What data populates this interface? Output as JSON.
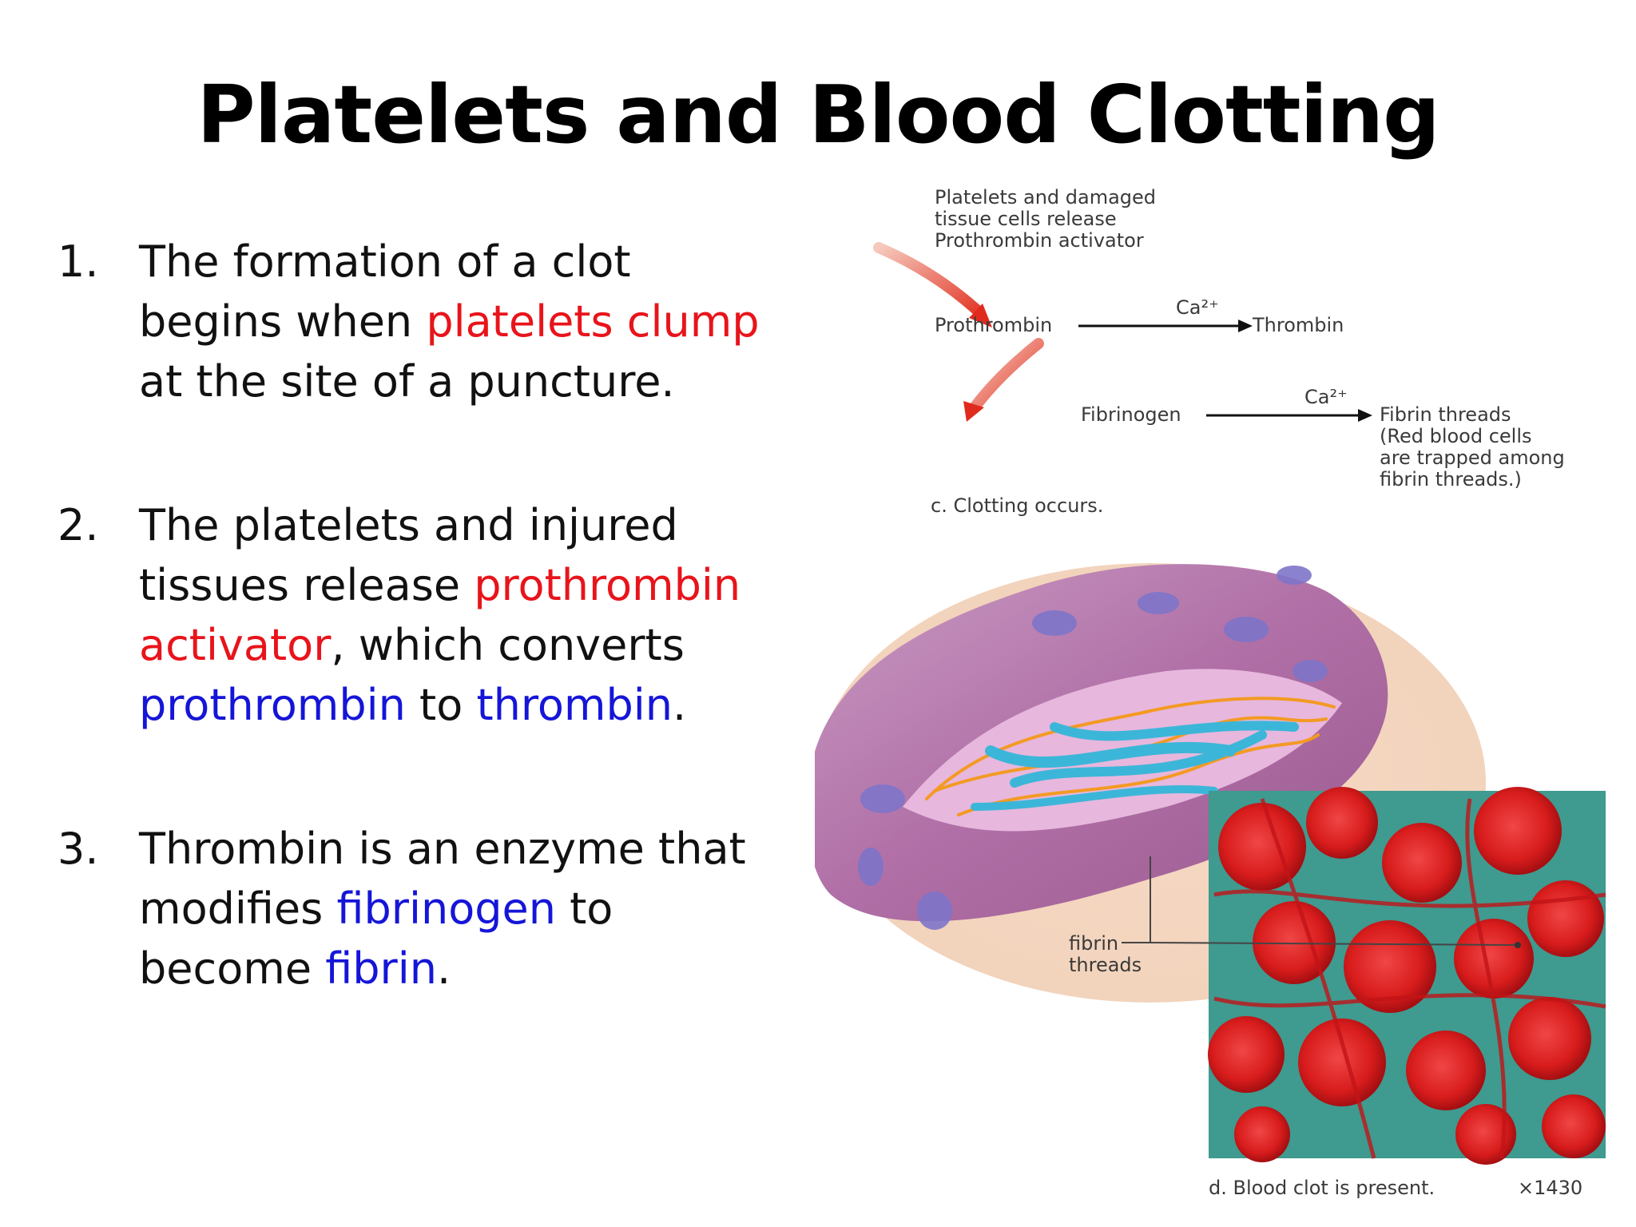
{
  "title": "Platelets and Blood Clotting",
  "bullets": [
    {
      "num": "1.",
      "parts": [
        {
          "text": "The formation of a clot begins when ",
          "color": "black"
        },
        {
          "text": "platelets clump",
          "color": "red"
        },
        {
          "text": " at the site of a puncture.",
          "color": "black"
        }
      ]
    },
    {
      "num": "2.",
      "parts": [
        {
          "text": "The platelets and injured tissues release ",
          "color": "black"
        },
        {
          "text": "prothrombin activator",
          "color": "red"
        },
        {
          "text": ", which converts ",
          "color": "black"
        },
        {
          "text": "prothrombin",
          "color": "blue"
        },
        {
          "text": " to ",
          "color": "black"
        },
        {
          "text": "thrombin",
          "color": "blue"
        },
        {
          "text": ".",
          "color": "black"
        }
      ]
    },
    {
      "num": "3.",
      "parts": [
        {
          "text": "Thrombin is an enzyme that modifies ",
          "color": "black"
        },
        {
          "text": "fibrinogen",
          "color": "blue"
        },
        {
          "text": " to become ",
          "color": "black"
        },
        {
          "text": "fibrin",
          "color": "blue"
        },
        {
          "text": ".",
          "color": "black"
        }
      ]
    }
  ],
  "diagram": {
    "release_note": "Platelets and damaged\ntissue cells release\nProthrombin activator",
    "prothrombin": "Prothrombin",
    "ca1": "Ca²⁺",
    "thrombin": "Thrombin",
    "fibrinogen": "Fibrinogen",
    "ca2": "Ca²⁺",
    "fibrin_note": "Fibrin threads\n(Red blood cells\nare trapped among\nfibrin threads.)",
    "caption_c": "c. Clotting occurs.",
    "fibrin_label": "fibrin\nthreads",
    "caption_d": "d. Blood clot is present.",
    "magnification": "×1430"
  },
  "colors": {
    "red": "#e8141b",
    "blue": "#1515d8",
    "black": "#111111"
  }
}
